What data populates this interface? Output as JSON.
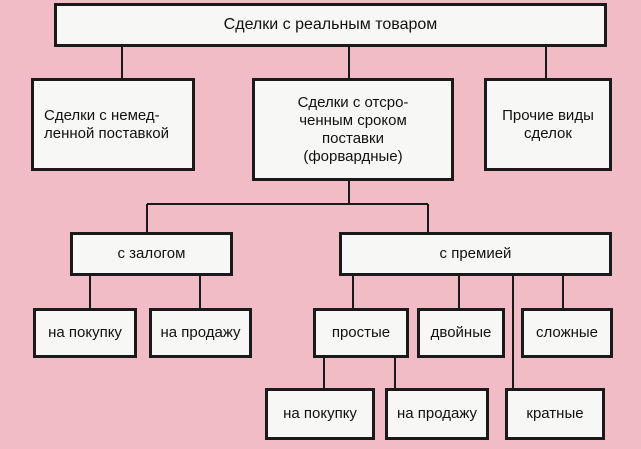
{
  "diagram": {
    "root": "Сделки с реальным товаром",
    "immediate": "Сделки с немед-\nленной поставкой",
    "forward": "Сделки с отсро-\nченным сроком\nпоставки\n(форвардные)",
    "other": "Прочие виды\nсделок",
    "collateral": "с залогом",
    "premium": "с премией",
    "collateral_buy": "на покупку",
    "collateral_sell": "на продажу",
    "simple": "простые",
    "double": "двойные",
    "complex": "сложные",
    "simple_buy": "на покупку",
    "simple_sell": "на продажу",
    "multiple": "кратные"
  },
  "colors": {
    "background": "#f2bcc6",
    "box_fill": "#f7f7f5",
    "line": "#1a1a1a"
  }
}
